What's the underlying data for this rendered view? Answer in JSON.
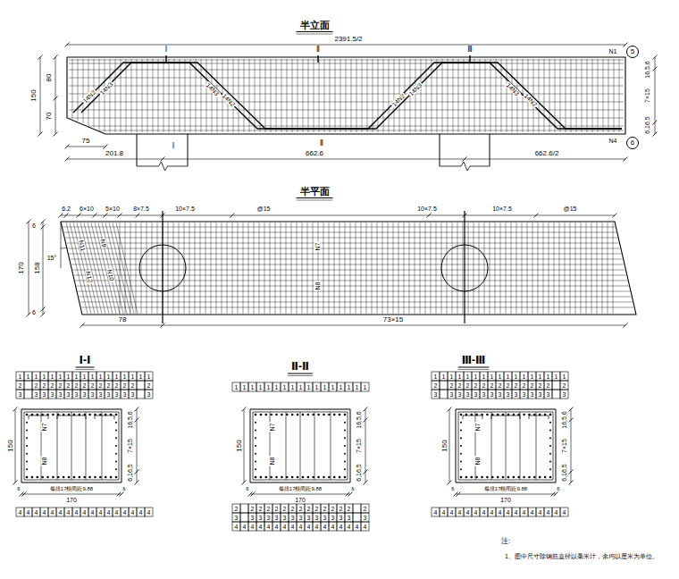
{
  "diagram": {
    "nodes": [
      {
        "text": [
          "5"
        ]
      },
      {
        "text": [
          "6"
        ]
      }
    ],
    "labels": [
      "半立面",
      "2391.5/2",
      "150",
      "80",
      "70",
      "Ⅰ",
      "Ⅱ",
      "Ⅲ",
      "14N2",
      "14N3",
      "14N3",
      "14N2",
      "14N2",
      "14N3",
      "14N3",
      "14N2",
      "N1",
      "N4",
      "16,5,6",
      "7×15",
      "6,16,5",
      "Ⅰ",
      "Ⅱ",
      "75",
      "201.8",
      "662.6",
      "662.6/2",
      "半平面",
      "6.2",
      "6×10",
      "5×10",
      "8×7.5",
      "10×7.5",
      "@15",
      "10×7.5",
      "10×7.5",
      "@15",
      "6",
      "170",
      "158",
      "6",
      "15°",
      "N11",
      "N12",
      "N9",
      "N10",
      "N7",
      "N8",
      "78",
      "73×15",
      "Ⅰ-Ⅰ",
      "150",
      "N7",
      "N8",
      "16,5,6",
      "7×15",
      "6,16,5",
      "6",
      "每排17根间距9.88",
      "6",
      "170",
      "Ⅱ-Ⅱ",
      "150",
      "N7",
      "N8",
      "16,5,6",
      "7×15",
      "6,16,5",
      "6",
      "每排17根间距9.88",
      "6",
      "170",
      "Ⅲ-Ⅲ",
      "150",
      "N7",
      "N8",
      "16,5,6",
      "7×15",
      "6,16,5",
      "6",
      "每排17根间距9.88",
      "6",
      "170",
      "注:",
      "1、图中尺寸除钢筋直径以毫米计，余均以厘米为单位。",
      "1",
      "1",
      "1",
      "1",
      "1",
      "1",
      "1",
      "1",
      "1",
      "1",
      "1",
      "1",
      "1",
      "1",
      "1",
      "1",
      "1",
      "2",
      "2",
      "2",
      "2",
      "2",
      "2",
      "2",
      "2",
      "2",
      "2",
      "2",
      "2",
      "2",
      "2",
      "2",
      "3",
      "3",
      "3",
      "3",
      "3",
      "3",
      "3",
      "3",
      "3",
      "3",
      "3",
      "3",
      "3",
      "3",
      "3",
      "4",
      "4",
      "4",
      "4",
      "4",
      "4",
      "4",
      "4",
      "4",
      "4",
      "4",
      "4",
      "4",
      "4",
      "4",
      "4",
      "4",
      "1",
      "1",
      "1",
      "1",
      "1",
      "1",
      "1",
      "1",
      "1",
      "1",
      "1",
      "1",
      "1",
      "1",
      "1",
      "1",
      "1",
      "2",
      "2",
      "2",
      "2",
      "2",
      "2",
      "2",
      "2",
      "2",
      "2",
      "2",
      "2",
      "2",
      "2",
      "2",
      "3",
      "3",
      "3",
      "3",
      "3",
      "3",
      "3",
      "3",
      "3",
      "3",
      "3",
      "3",
      "3",
      "3",
      "3",
      "4",
      "4",
      "4",
      "4",
      "4",
      "4",
      "4",
      "4",
      "4",
      "4",
      "4",
      "4",
      "4",
      "4",
      "4",
      "4",
      "4",
      "1",
      "1",
      "1",
      "1",
      "1",
      "1",
      "1",
      "1",
      "1",
      "1",
      "1",
      "1",
      "1",
      "1",
      "1",
      "1",
      "1",
      "2",
      "2",
      "2",
      "2",
      "2",
      "2",
      "2",
      "2",
      "2",
      "2",
      "2",
      "2",
      "2",
      "2",
      "2",
      "3",
      "3",
      "3",
      "3",
      "3",
      "3",
      "3",
      "3",
      "3",
      "3",
      "3",
      "3",
      "3",
      "3",
      "3",
      "4",
      "4",
      "4",
      "4",
      "4",
      "4",
      "4",
      "4",
      "4",
      "4",
      "4",
      "4",
      "4",
      "4",
      "4",
      "4",
      "4"
    ]
  }
}
